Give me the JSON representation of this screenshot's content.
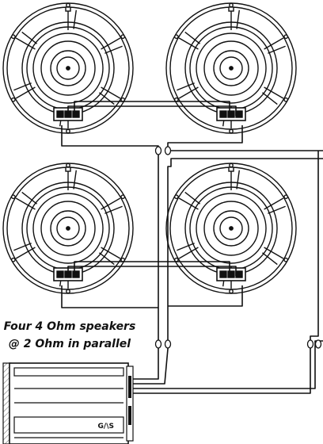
{
  "caption": {
    "line1": "Four 4 Ohm speakers",
    "line2": "@ 2 Ohm in parallel"
  },
  "amplifier": {
    "brand_label": "G/\\S"
  },
  "speakers": [
    {
      "name": "speaker-top-left"
    },
    {
      "name": "speaker-top-right"
    },
    {
      "name": "speaker-bottom-left"
    },
    {
      "name": "speaker-bottom-right"
    }
  ],
  "colors": {
    "line": "#111111",
    "background": "#ffffff",
    "hatch": "#777777"
  }
}
